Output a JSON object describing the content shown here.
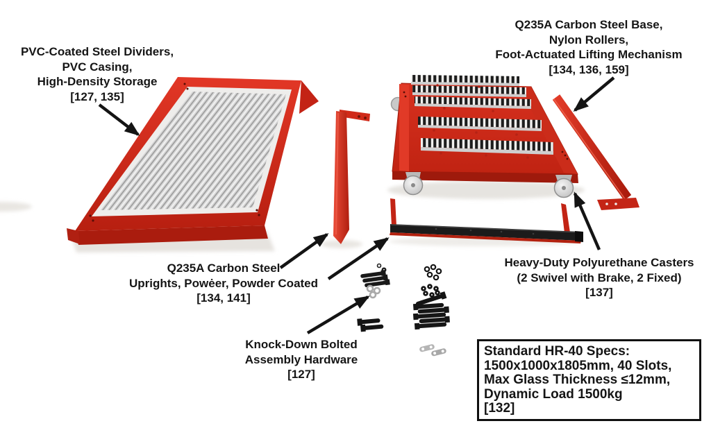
{
  "title": "HR-40 glass storage rack exploded parts diagram",
  "colors": {
    "accent_red": "#d2291b",
    "annotation_black": "#151515",
    "steel_silver": "#c9c9c9",
    "background": "#ffffff"
  },
  "labels": {
    "dividers": {
      "lines": [
        "PVC-Coated Steel Dividers,",
        "PVC Casing,",
        "High-Density Storage",
        "[127, 135]"
      ]
    },
    "base": {
      "lines": [
        "Q235A Carbon Steel Base,",
        "Nylon Rollers,",
        "Foot-Actuated Lifting Mechanism",
        "[134, 136, 159]"
      ]
    },
    "uprights": {
      "lines": [
        "Q235A Carbon Steel",
        "Uprights, Powėer, Powder Coated",
        "[134, 141]"
      ]
    },
    "hardware": {
      "lines": [
        "Knock-Down Bolted",
        "Assembly Hardware",
        "[127]"
      ]
    },
    "casters": {
      "lines": [
        "Heavy-Duty Polyurethane Casters",
        "(2 Swivel with Brake, 2 Fixed)",
        "[137]"
      ]
    },
    "specs": {
      "lines": [
        "Standard HR-40 Specs:",
        "1500x1000x1805mm, 40 Slots,",
        "Max Glass Thickness ≤12mm,",
        "Dynamic Load 1500kg",
        "[132]"
      ]
    }
  }
}
